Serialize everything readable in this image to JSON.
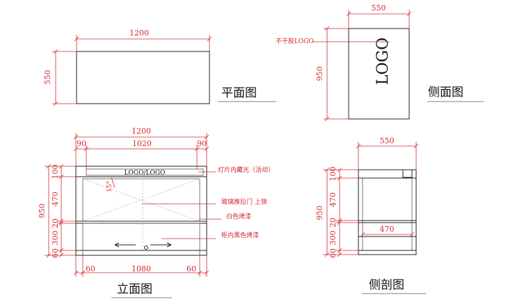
{
  "plan_view": {
    "title": "平面图",
    "width": "1200",
    "depth": "550"
  },
  "side_view": {
    "title": "侧面图",
    "width": "550",
    "height": "950",
    "logo_text": "LOGO",
    "logo_note": "不干胶LOGO"
  },
  "front_view": {
    "title": "立面图",
    "total_width": "1200",
    "left_margin": "90",
    "inner_width": "1020",
    "right_margin": "90",
    "bottom_left": "60",
    "bottom_width": "1080",
    "bottom_right": "60",
    "height": "950",
    "heights": [
      "100",
      "470",
      "20",
      "300",
      "60"
    ],
    "logo_text": "LOGO/LOGO",
    "angle": "15°",
    "notes": [
      "灯片内藏光（活动）",
      "玻璃推拉门 上锁",
      "白色烤漆",
      "柜内黑色烤漆"
    ]
  },
  "section_view": {
    "title": "侧剖图",
    "width": "550",
    "height": "950",
    "heights": [
      "100",
      "470",
      "20",
      "300",
      "60"
    ],
    "inner_width": "470"
  }
}
